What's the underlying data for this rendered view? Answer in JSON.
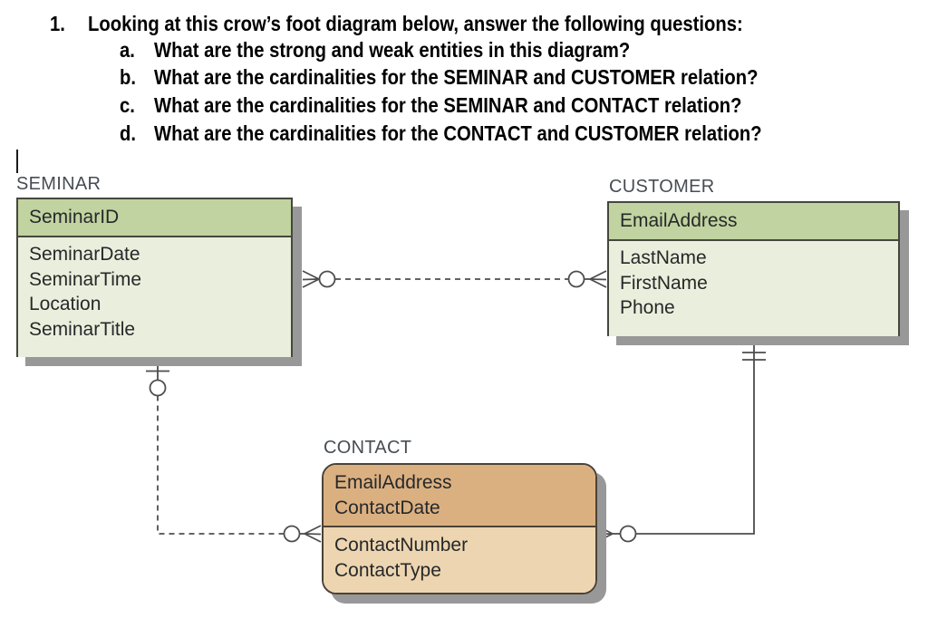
{
  "page": {
    "kind": "worksheet page with crow's foot ER diagram",
    "background_color": "#ffffff"
  },
  "question": {
    "number": "1.",
    "text": "Looking at this crow’s foot diagram below, answer the following questions:",
    "sub_questions": [
      {
        "label": "a.",
        "text": "What are the strong and weak entities in this diagram?"
      },
      {
        "label": "b.",
        "text": "What are the cardinalities for the SEMINAR and CUSTOMER relation?"
      },
      {
        "label": "c.",
        "text": "What are the cardinalities for the SEMINAR and CONTACT relation?"
      },
      {
        "label": "d.",
        "text": "What are the cardinalities for the CONTACT and CUSTOMER relation?"
      }
    ]
  },
  "diagram": {
    "entities": {
      "seminar": {
        "title": "SEMINAR",
        "strength": "strong (square corners)",
        "key_attributes": [
          "SeminarID"
        ],
        "attributes": [
          "SeminarDate",
          "SeminarTime",
          "Location",
          "SeminarTitle"
        ],
        "header_color": "#c1d3a0",
        "body_color": "#e9efdc"
      },
      "customer": {
        "title": "CUSTOMER",
        "strength": "strong (square corners)",
        "key_attributes": [
          "EmailAddress"
        ],
        "attributes": [
          "LastName",
          "FirstName",
          "Phone"
        ],
        "header_color": "#c1d3a0",
        "body_color": "#e9efdc"
      },
      "contact": {
        "title": "CONTACT",
        "strength": "weak (rounded corners)",
        "key_attributes": [
          "EmailAddress",
          "ContactDate"
        ],
        "attributes": [
          "ContactNumber",
          "ContactType"
        ],
        "header_color": "#dbb081",
        "body_color": "#ecd5b0"
      }
    },
    "relationships": [
      {
        "from": "SEMINAR",
        "to": "CUSTOMER",
        "line_style": "dashed (non-identifying)",
        "seminar_end": "zero or many (crow's foot + circle)",
        "customer_end": "zero or many (circle + crow's foot)"
      },
      {
        "from": "SEMINAR",
        "to": "CONTACT",
        "line_style": "dashed (non-identifying)",
        "seminar_end": "zero or one (bar + circle)",
        "contact_end": "zero or many (circle + crow's foot)"
      },
      {
        "from": "CONTACT",
        "to": "CUSTOMER",
        "line_style": "solid (identifying)",
        "contact_end": "zero or many (crow's foot + circle)",
        "customer_end": "one and only one (double bar)"
      }
    ],
    "line_color": "#4d4d4d",
    "shadow_color": "#989898"
  }
}
